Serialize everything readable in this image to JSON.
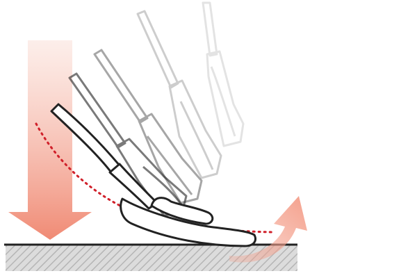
{
  "colors": {
    "background": "#ffffff",
    "arrow_gradient_top": "#fbe3dc",
    "arrow_gradient_bottom": "#f08a74",
    "curve_arrow": "#f4a08c",
    "dotted_arc": "#d0202a",
    "outline": "#222222",
    "floor_line": "#222222",
    "floor_hatch": "#b5b5b5",
    "floor_fill": "#dcdcdc"
  },
  "icons": {
    "down_arrow": "down-force-arrow-icon",
    "rebound_arrow": "rebound-arrow-icon"
  },
  "diagram": {
    "ghost_opacity": [
      0.12,
      0.22,
      0.4,
      0.6,
      1.0
    ]
  }
}
